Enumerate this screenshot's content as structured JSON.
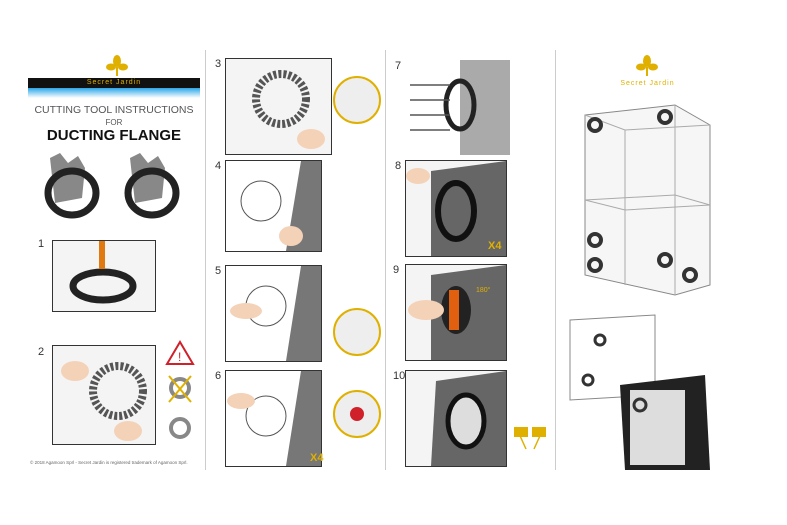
{
  "brand": {
    "name": "Secret Jardin",
    "accent": "#e0b000"
  },
  "header": {
    "line1": "CUTTING TOOL INSTRUCTIONS",
    "line2": "FOR",
    "title": "DUCTING FLANGE"
  },
  "steps": [
    {
      "number": "1"
    },
    {
      "number": "2"
    },
    {
      "number": "3"
    },
    {
      "number": "4"
    },
    {
      "number": "5"
    },
    {
      "number": "6",
      "badge": "X4"
    },
    {
      "number": "7"
    },
    {
      "number": "8",
      "badge": "X4"
    },
    {
      "number": "9",
      "rotation": "180°"
    },
    {
      "number": "10"
    }
  ],
  "footer": {
    "copyright": "© 2018 Agamoon Sprl - Secret Jardin is registered trademark of Agamoon Sprl."
  }
}
